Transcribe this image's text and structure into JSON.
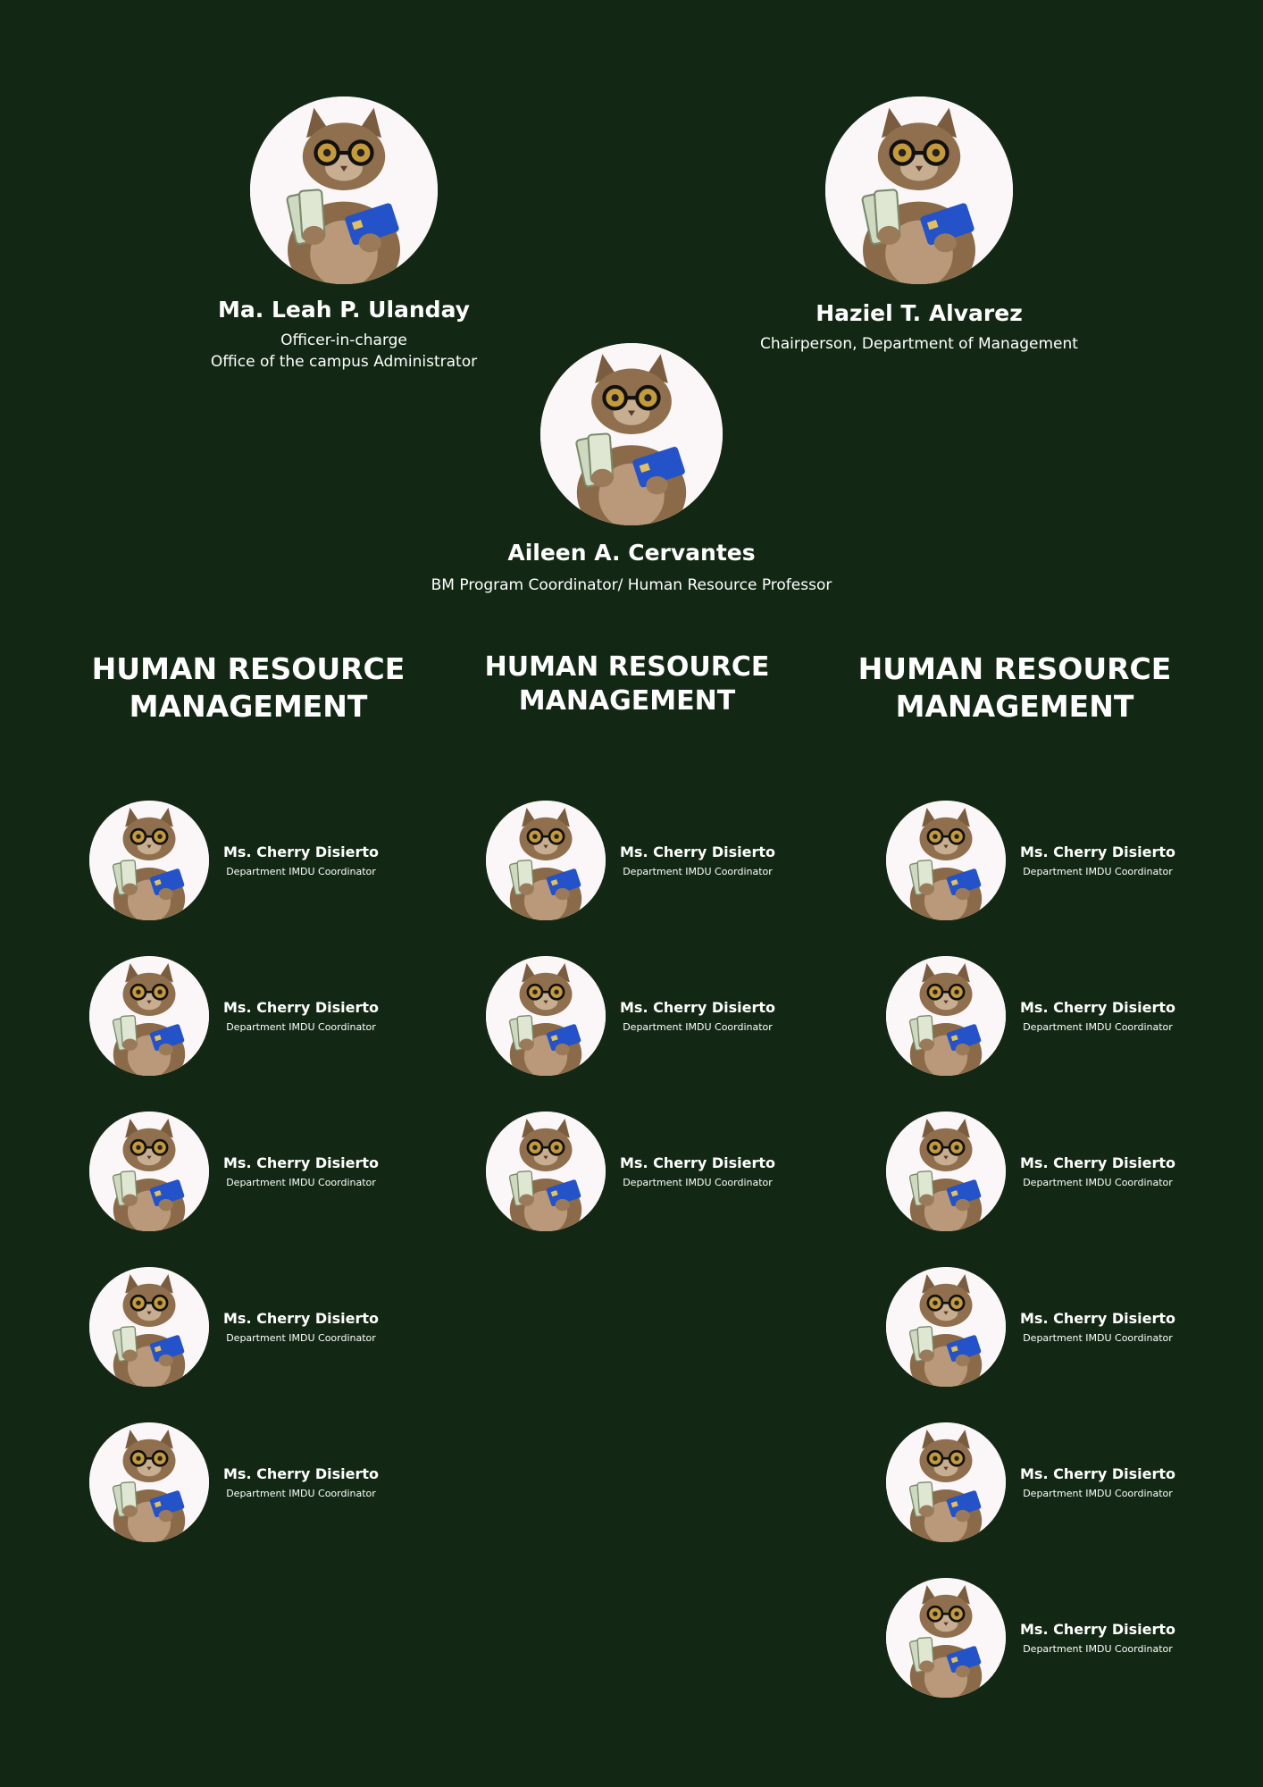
{
  "leaders": [
    {
      "name": "Ma. Leah P. Ulanday",
      "role_line1": "Officer-in-charge",
      "role_line2": "Office of the campus Administrator"
    },
    {
      "name": "Haziel T. Alvarez",
      "role_line1": "Chairperson, Department of Management"
    },
    {
      "name": "Aileen A. Cervantes",
      "role_line1": "BM Program Coordinator/ Human Resource Professor"
    }
  ],
  "columns": [
    {
      "heading_line1": "HUMAN RESOURCE",
      "heading_line2": "MANAGEMENT",
      "members": [
        {
          "name": "Ms. Cherry Disierto",
          "role": "Department IMDU Coordinator"
        },
        {
          "name": "Ms. Cherry Disierto",
          "role": "Department IMDU Coordinator"
        },
        {
          "name": "Ms. Cherry Disierto",
          "role": "Department IMDU Coordinator"
        },
        {
          "name": "Ms. Cherry Disierto",
          "role": "Department IMDU Coordinator"
        },
        {
          "name": "Ms. Cherry Disierto",
          "role": "Department IMDU Coordinator"
        }
      ]
    },
    {
      "heading_line1": "HUMAN RESOURCE",
      "heading_line2": "MANAGEMENT",
      "members": [
        {
          "name": "Ms. Cherry Disierto",
          "role": "Department IMDU Coordinator"
        },
        {
          "name": "Ms. Cherry Disierto",
          "role": "Department IMDU Coordinator"
        },
        {
          "name": "Ms. Cherry Disierto",
          "role": "Department IMDU Coordinator"
        }
      ]
    },
    {
      "heading_line1": "HUMAN RESOURCE",
      "heading_line2": "MANAGEMENT",
      "members": [
        {
          "name": "Ms. Cherry Disierto",
          "role": "Department IMDU Coordinator"
        },
        {
          "name": "Ms. Cherry Disierto",
          "role": "Department IMDU Coordinator"
        },
        {
          "name": "Ms. Cherry Disierto",
          "role": "Department IMDU Coordinator"
        },
        {
          "name": "Ms. Cherry Disierto",
          "role": "Department IMDU Coordinator"
        },
        {
          "name": "Ms. Cherry Disierto",
          "role": "Department IMDU Coordinator"
        },
        {
          "name": "Ms. Cherry Disierto",
          "role": "Department IMDU Coordinator"
        }
      ]
    }
  ],
  "colors": {
    "background": "#132814",
    "text": "#ffffff",
    "avatar_bg": "#fbf7f8"
  },
  "icons": {
    "avatar": "cat-with-money-photo"
  }
}
